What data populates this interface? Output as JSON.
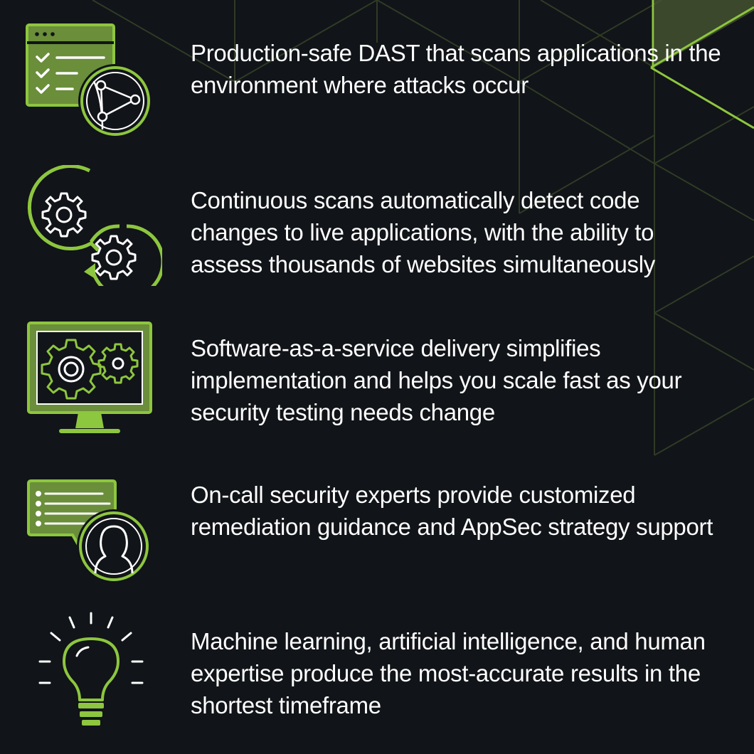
{
  "colors": {
    "background": "#111418",
    "accent": "#8dc63f",
    "accent_fill": "#6a8e3a",
    "text": "#ffffff",
    "pattern_line": "#3a4a2a"
  },
  "features": [
    {
      "icon": "browser-globe-icon",
      "text": "Production-safe DAST that scans applications in the environment where attacks occur"
    },
    {
      "icon": "gears-cycle-icon",
      "text": "Continuous scans automatically detect code changes to live applications, with the ability to assess thousands of websites simultaneously"
    },
    {
      "icon": "monitor-gears-icon",
      "text": "Software-as-a-service delivery simplifies implementation and helps you scale fast as your security testing needs change"
    },
    {
      "icon": "chat-expert-icon",
      "text": "On-call security experts provide customized remediation guidance and AppSec strategy support"
    },
    {
      "icon": "lightbulb-icon",
      "text": "Machine learning, artificial intelligence, and human expertise produce the most-accurate results in the shortest timeframe"
    }
  ]
}
